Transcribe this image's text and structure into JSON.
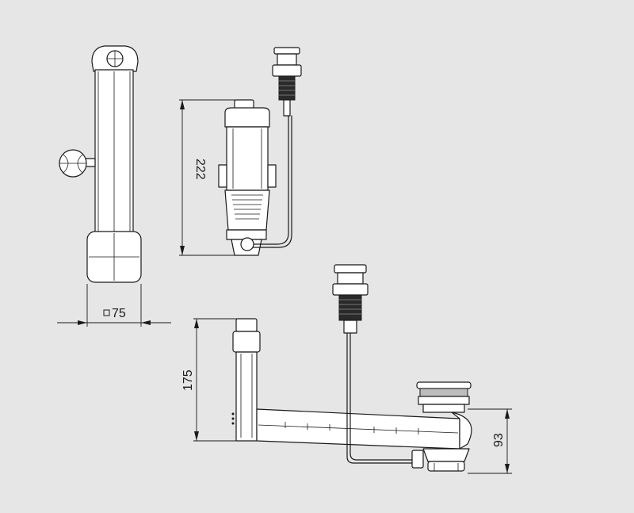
{
  "dimensions": {
    "width_label": "75",
    "height_top_label": "222",
    "height_left_label": "175",
    "height_right_label": "93"
  },
  "icons": {
    "square_symbol": "square-section-symbol"
  },
  "colors": {
    "background": "#e6e6e6",
    "line": "#1a1a1a",
    "part_fill": "#ffffff"
  }
}
